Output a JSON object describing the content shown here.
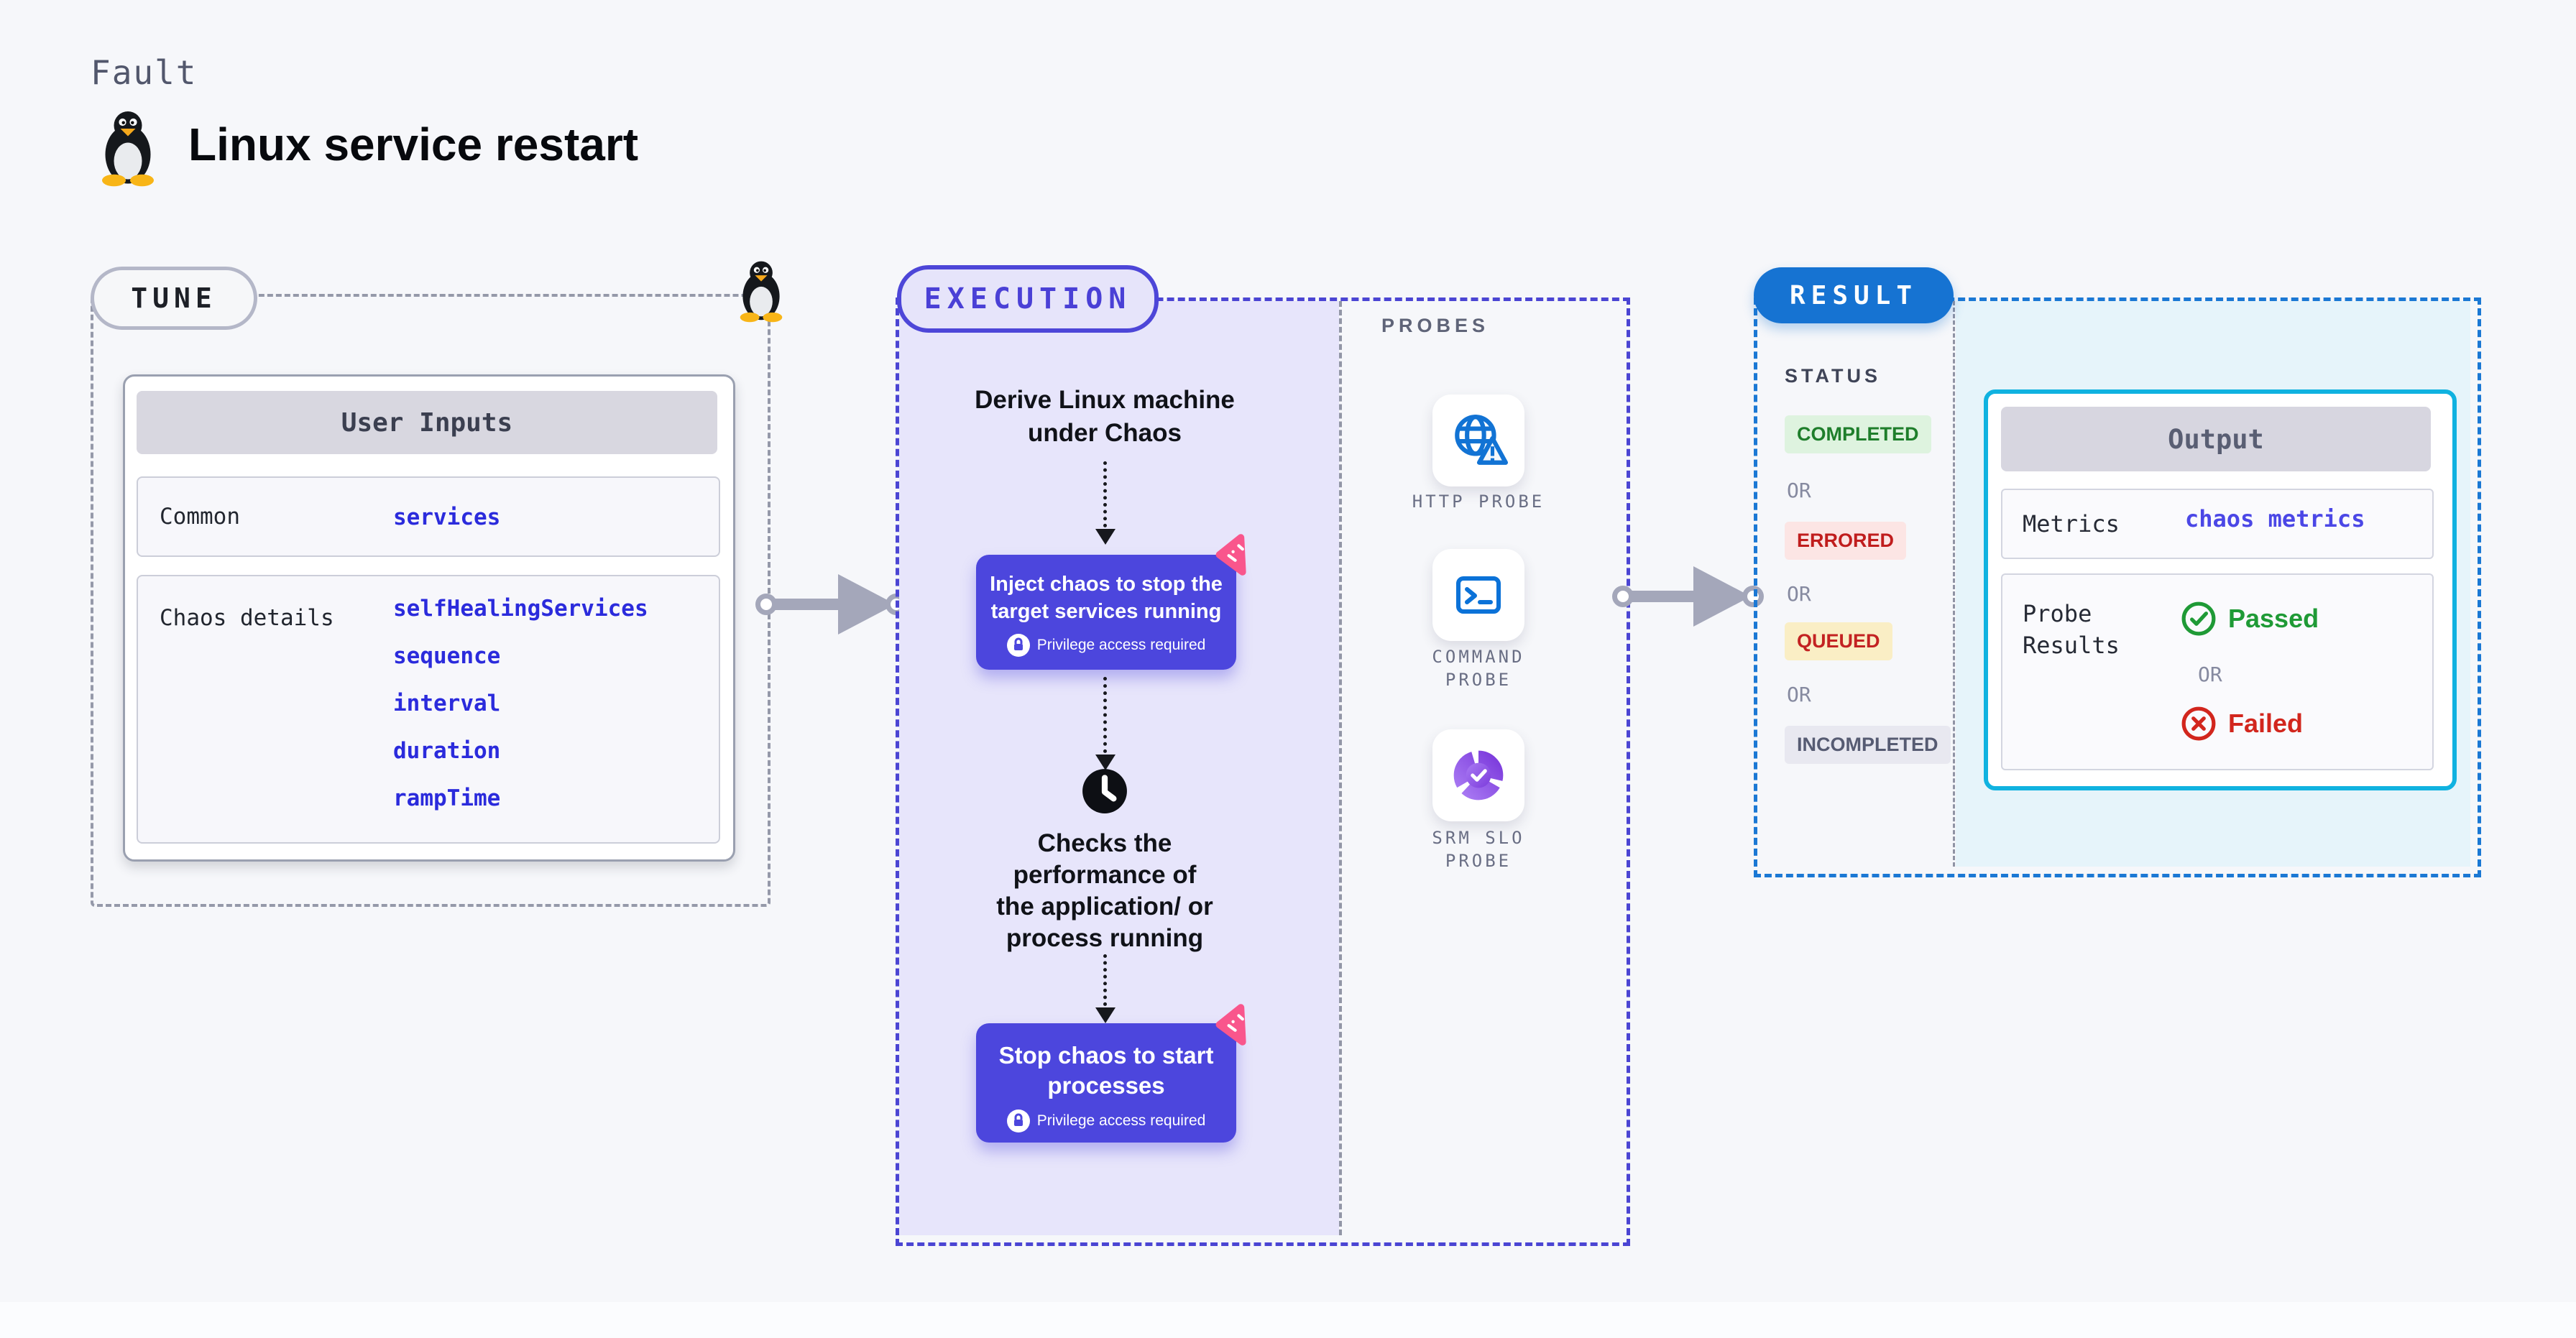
{
  "page": {
    "kicker": "Fault",
    "title": "Linux service restart"
  },
  "colors": {
    "background": "#f6f7fa",
    "accent_indigo": "#4c46dd",
    "accent_blue": "#1673d2",
    "accent_cyan": "#10b2e0",
    "accent_pink": "#f9568c",
    "link_blue": "#2b2bdc",
    "passed_green": "#1f9a36",
    "failed_red": "#d2261d",
    "queued_bg": "#faeec5",
    "completed_bg": "#def3df",
    "errored_bg": "#fce5e4",
    "incompleted_bg": "#e8e8f0"
  },
  "icons": {
    "tux": "linux-penguin",
    "chaos_badge": "pink-chaos-triangle",
    "lock": "padlock",
    "clock": "clock",
    "http_probe": "globe-alert",
    "command_probe": "terminal-prompt",
    "srm_slo_probe": "donut-check",
    "passed": "check-circle",
    "failed": "x-circle"
  },
  "tune": {
    "pill": "TUNE",
    "user_inputs": {
      "header": "User Inputs",
      "rows": [
        {
          "label": "Common",
          "values": [
            "services"
          ]
        },
        {
          "label": "Chaos details",
          "values": [
            "selfHealingServices",
            "sequence",
            "interval",
            "duration",
            "rampTime"
          ]
        }
      ]
    }
  },
  "execution": {
    "pill": "EXECUTION",
    "derive_text": "Derive Linux machine\nunder Chaos",
    "inject": {
      "title": "Inject chaos to stop the\ntarget services running",
      "badge": "Privilege access required"
    },
    "checks_text": "Checks the\nperformance of\nthe application/ or\nprocess running",
    "stop": {
      "title": "Stop chaos to start\nprocesses",
      "badge": "Privilege access required"
    }
  },
  "probes": {
    "title": "PROBES",
    "items": [
      {
        "label": "HTTP PROBE"
      },
      {
        "label": "COMMAND\nPROBE"
      },
      {
        "label": "SRM SLO\nPROBE"
      }
    ]
  },
  "result": {
    "pill": "RESULT",
    "status_title": "STATUS",
    "or": "OR",
    "statuses": [
      {
        "label": "COMPLETED"
      },
      {
        "label": "ERRORED"
      },
      {
        "label": "QUEUED"
      },
      {
        "label": "INCOMPLETED"
      }
    ],
    "output": {
      "header": "Output",
      "metrics_label": "Metrics",
      "metrics_value": "chaos metrics",
      "probe_results_label": "Probe\nResults",
      "passed": "Passed",
      "failed": "Failed"
    }
  }
}
